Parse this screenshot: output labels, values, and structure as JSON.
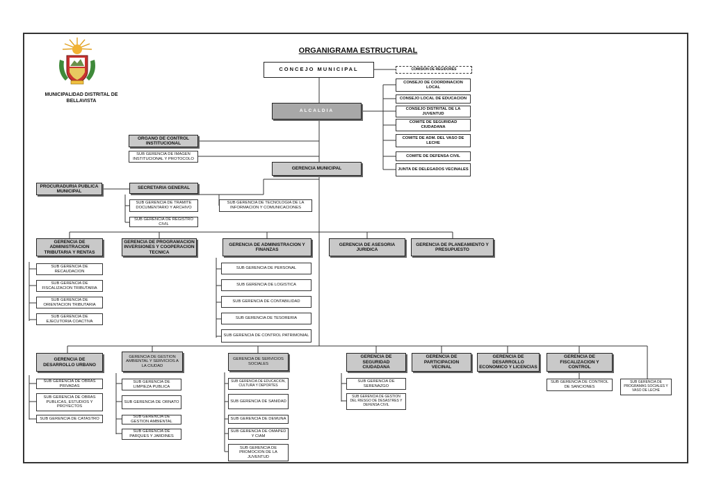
{
  "header": {
    "title": "ORGANIGRAMA   ESTRUCTURAL",
    "municipality": "MUNICIPALIDAD DISTRITAL DE BELLAVISTA",
    "logo_icon": "municipal-coat-of-arms-icon"
  },
  "top": {
    "concejo": "CONCEJO MUNICIPAL",
    "comision": "COMISION DE REGIDORES",
    "alcaldia": "ALCALDIA",
    "gerencia_municipal": "GERENCIA MUNICIPAL"
  },
  "consejos": [
    "CONSEJO DE COORDINACION LOCAL",
    "CONSEJO LOCAL DE EDUCACION",
    "CONSEJO DISTRITAL DE LA JUVENTUD",
    "COMITE DE SEGURIDAD CIUDADANA",
    "COMITE DE ADM. DEL VASO DE LECHE",
    "COMITE DE DEFENSA CIVIL",
    "JUNTA DE DELEGADOS VECINALES"
  ],
  "staff": {
    "organo_control": "ORGANO DE CONTROL INSTITUCIONAL",
    "imagen": "SUB GERENCIA DE IMAGEN INSTITUCIONAL Y PROTOCOLO",
    "procuraduria": "PROCURADURIA PUBLICA MUNICIPAL",
    "secretaria": "SECRETARIA GENERAL",
    "tramite": "SUB GERENCIA DE TRAMITE DOCUMENTARIO Y ARCHIVO",
    "registro": "SUB GERENCIA DE REGISTRO CIVIL",
    "tecnologia": "SUB GERENCIA DE TECNOLOGIA DE LA INFORMACION Y COMUNICACIONES"
  },
  "row1": {
    "admin_trib": "GERENCIA DE ADMINISTRACION TRIBUTARIA Y RENTAS",
    "admin_trib_subs": [
      "SUB GERENCIA DE RECAUDACION",
      "SUB GERENCIA DE FISCALIZACION TRIBUTARIA",
      "SUB GERENCIA DE ORIENTACION TRIBUTARIA",
      "SUB GERENCIA DE EJECUTORIA COACTIVA"
    ],
    "programacion": "GERENCIA DE PROGRAMACION INVERSIONES Y COOPERACION TECNICA",
    "admin_fin": "GERENCIA DE ADMINISTRACION Y FINANZAS",
    "admin_fin_subs": [
      "SUB GERENCIA DE PERSONAL",
      "SUB GERENCIA DE LOGISTICA",
      "SUB GERENCIA DE CONTABILIDAD",
      "SUB GERENCIA DE TESORERIA",
      "SUB GERENCIA DE CONTROL PATRIMONIAL"
    ],
    "asesoria": "GERENCIA DE ASESORIA JURIDICA",
    "planeamiento": "GERENCIA DE PLANEAMIENTO Y PRESUPUESTO"
  },
  "row2": {
    "desarrollo_urbano": "GERENCIA DE DESARROLLO URBANO",
    "desarrollo_urbano_subs": [
      "SUB GERENCIA DE OBRAS PRIVADAS",
      "SUB GERENCIA DE OBRAS PUBLICAS, ESTUDIOS Y PROYECTOS",
      "SUB GERENCIA DE CATASTRO"
    ],
    "gestion_ambiental": "GERENCIA DE GESTION AMBIENTAL Y SERVICIOS A LA CIUDAD",
    "gestion_ambiental_subs": [
      "SUB GERENCIA DE LIMPIEZA PUBLICA",
      "SUB GERENCIA DE ORNATO",
      "SUB GERENCIA DE GESTION AMBIENTAL",
      "SUB GERENCIA DE PARQUES Y JARDINES"
    ],
    "servicios_sociales": "GERENCIA DE SERVICIOS SOCIALES",
    "servicios_sociales_subs": [
      "SUB GERENCIA DE EDUCACION, CULTURA Y DEPORTES",
      "SUB GERENCIA DE SANIDAD",
      "SUB GERENCIA DE DEMUNA",
      "SUB GERENCIA DE OMAPED Y CIAM",
      "SUB GERENCIA DE PROMOCION DE LA JUVENTUD"
    ],
    "seguridad": "GERENCIA DE SEGURIDAD CIUDADANA",
    "seguridad_subs": [
      "SUB GERENCIA DE SERENAZGO",
      "SUB GERENCIA DE GESTION DEL RIESGO DE DESASTRES Y DEFENSA CIVIL"
    ],
    "participacion": "GERENCIA DE PARTICIPACION VECINAL",
    "economico": "GERENCIA DE DESARROLLO ECONOMICO Y LICENCIAS",
    "fiscalizacion": "GERENCIA DE FISCALIZACION Y CONTROL",
    "fiscalizacion_subs": [
      "SUB GERENCIA DE CONTROL DE SANCIONES"
    ],
    "programas_sociales": "SUB GERENCIA DE PROGRAMAS SOCIALES Y VASO DE LECHE"
  }
}
